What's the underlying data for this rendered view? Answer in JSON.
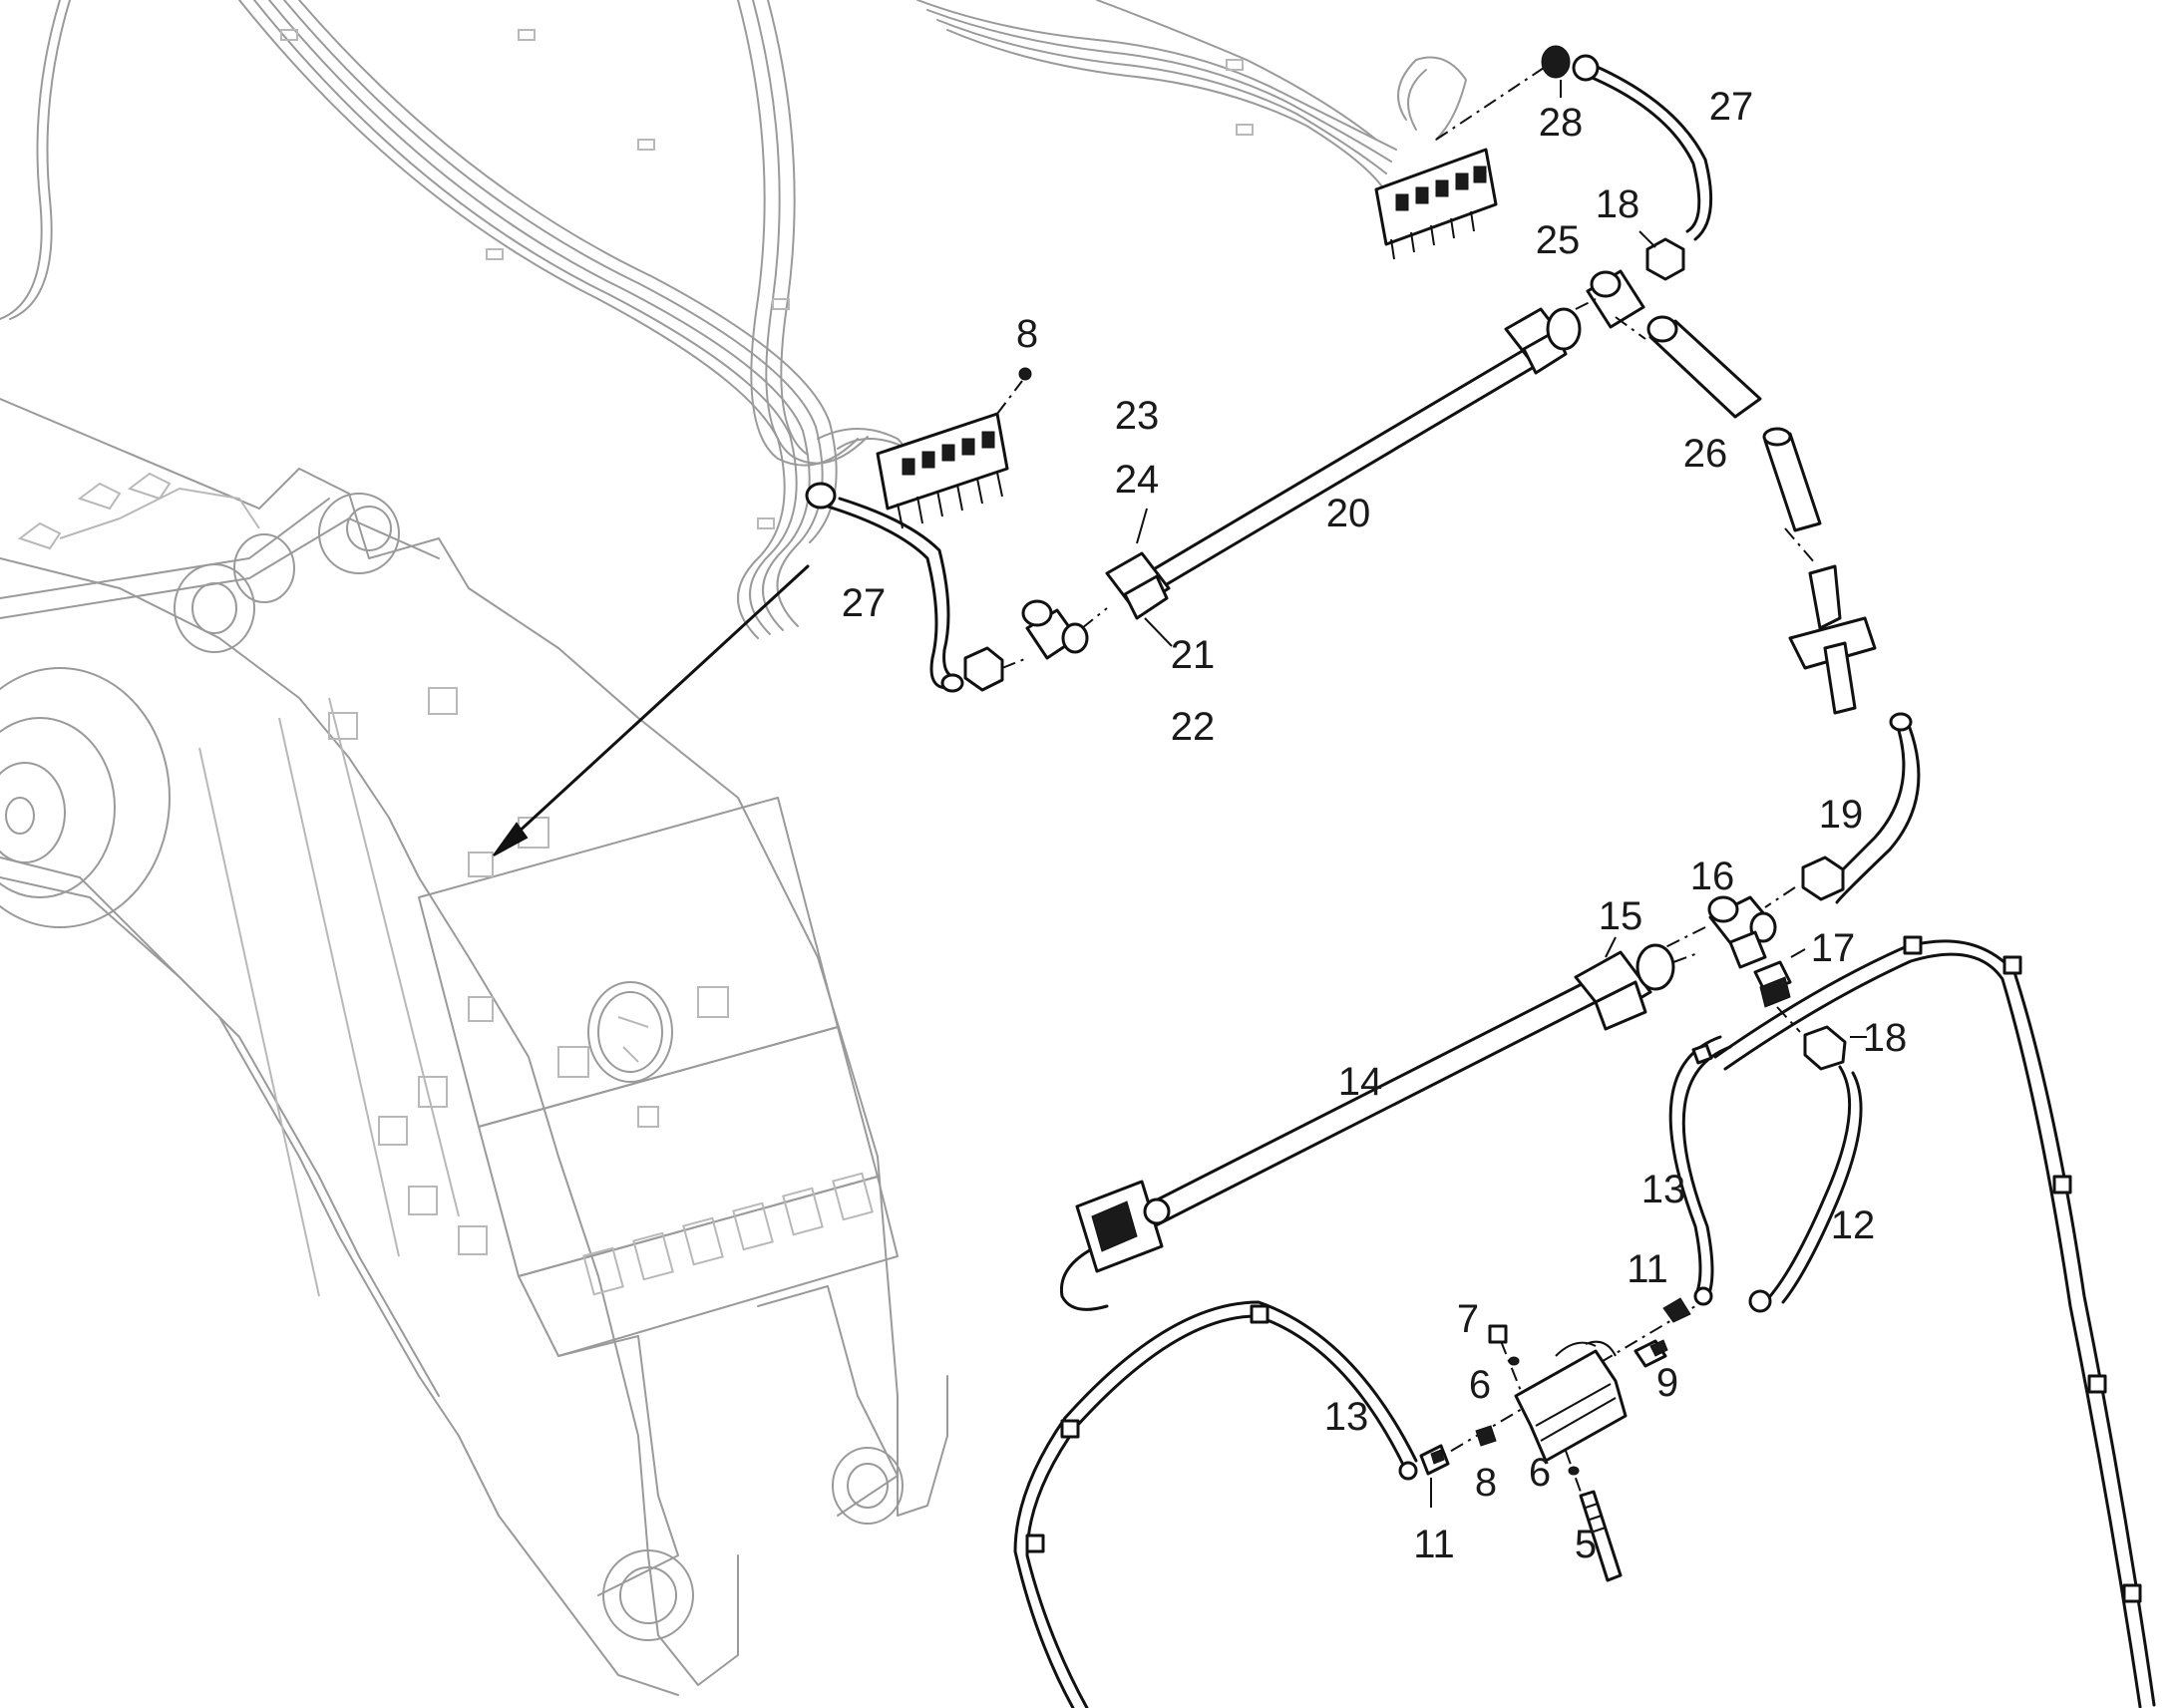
{
  "callouts": [
    {
      "text": "8"
    },
    {
      "text": "23"
    },
    {
      "text": "24"
    },
    {
      "text": "27"
    },
    {
      "text": "21"
    },
    {
      "text": "22"
    },
    {
      "text": "20"
    },
    {
      "text": "28"
    },
    {
      "text": "27"
    },
    {
      "text": "25"
    },
    {
      "text": "18"
    },
    {
      "text": "26"
    },
    {
      "text": "19"
    },
    {
      "text": "16"
    },
    {
      "text": "15"
    },
    {
      "text": "17"
    },
    {
      "text": "18"
    },
    {
      "text": "14"
    },
    {
      "text": "13"
    },
    {
      "text": "12"
    },
    {
      "text": "11"
    },
    {
      "text": "7"
    },
    {
      "text": "6"
    },
    {
      "text": "9"
    },
    {
      "text": "13"
    },
    {
      "text": "8"
    },
    {
      "text": "6"
    },
    {
      "text": "11"
    },
    {
      "text": "5"
    }
  ]
}
